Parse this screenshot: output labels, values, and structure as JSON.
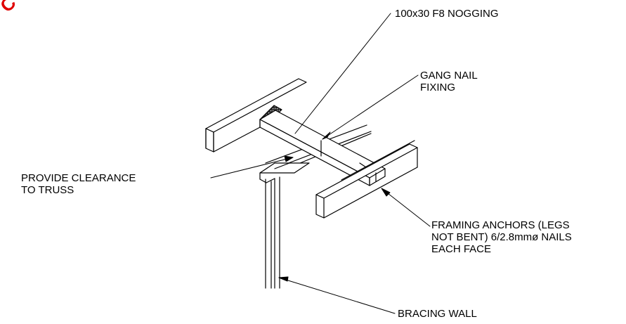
{
  "labels": {
    "nogging": "100x30 F8 NOGGING",
    "gang_nail_line1": "GANG NAIL",
    "gang_nail_line2": "FIXING",
    "clearance_line1": "PROVIDE CLEARANCE",
    "clearance_line2": "TO TRUSS",
    "anchors_line1": "FRAMING ANCHORS (LEGS",
    "anchors_line2": "NOT BENT) 6/2.8mmø NAILS",
    "anchors_line3": "EACH FACE",
    "bracing_wall": "BRACING WALL"
  },
  "stamp": {
    "text": "C",
    "color": "#e00000"
  },
  "colors": {
    "line": "#000000",
    "background": "#ffffff",
    "hatch": "#555555"
  }
}
